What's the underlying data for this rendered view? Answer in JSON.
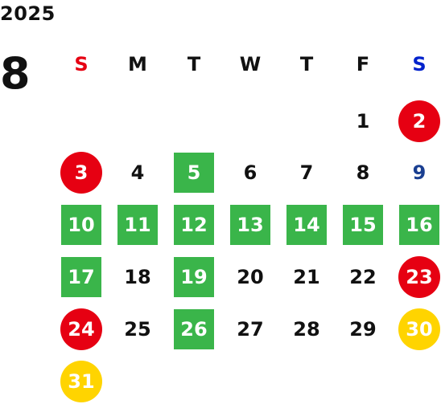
{
  "calendar": {
    "year": "2025",
    "month": "8",
    "weekday_labels": [
      "S",
      "M",
      "T",
      "W",
      "T",
      "F",
      "S"
    ],
    "weekday_colors": [
      "#e60012",
      "#111111",
      "#111111",
      "#111111",
      "#111111",
      "#111111",
      "#0022cc"
    ],
    "colors": {
      "green": "#3ab54a",
      "red": "#e60012",
      "yellow": "#ffd400",
      "blue_text": "#1a3f91",
      "black_text": "#111111",
      "white_text": "#ffffff"
    },
    "days": [
      {
        "label": "1",
        "style": "plain"
      },
      {
        "label": "2",
        "style": "red-circle"
      },
      {
        "label": "3",
        "style": "red-circle"
      },
      {
        "label": "4",
        "style": "plain"
      },
      {
        "label": "5",
        "style": "green-square"
      },
      {
        "label": "6",
        "style": "plain"
      },
      {
        "label": "7",
        "style": "plain"
      },
      {
        "label": "8",
        "style": "plain"
      },
      {
        "label": "9",
        "style": "blue-text"
      },
      {
        "label": "10",
        "style": "green-square"
      },
      {
        "label": "11",
        "style": "green-square"
      },
      {
        "label": "12",
        "style": "green-square"
      },
      {
        "label": "13",
        "style": "green-square"
      },
      {
        "label": "14",
        "style": "green-square"
      },
      {
        "label": "15",
        "style": "green-square"
      },
      {
        "label": "16",
        "style": "green-square"
      },
      {
        "label": "17",
        "style": "green-square"
      },
      {
        "label": "18",
        "style": "plain"
      },
      {
        "label": "19",
        "style": "green-square"
      },
      {
        "label": "20",
        "style": "plain"
      },
      {
        "label": "21",
        "style": "plain"
      },
      {
        "label": "22",
        "style": "plain"
      },
      {
        "label": "23",
        "style": "red-circle"
      },
      {
        "label": "24",
        "style": "red-circle"
      },
      {
        "label": "25",
        "style": "plain"
      },
      {
        "label": "26",
        "style": "green-square"
      },
      {
        "label": "27",
        "style": "plain"
      },
      {
        "label": "28",
        "style": "plain"
      },
      {
        "label": "29",
        "style": "plain"
      },
      {
        "label": "30",
        "style": "yellow-circle"
      },
      {
        "label": "31",
        "style": "yellow-circle"
      }
    ]
  }
}
